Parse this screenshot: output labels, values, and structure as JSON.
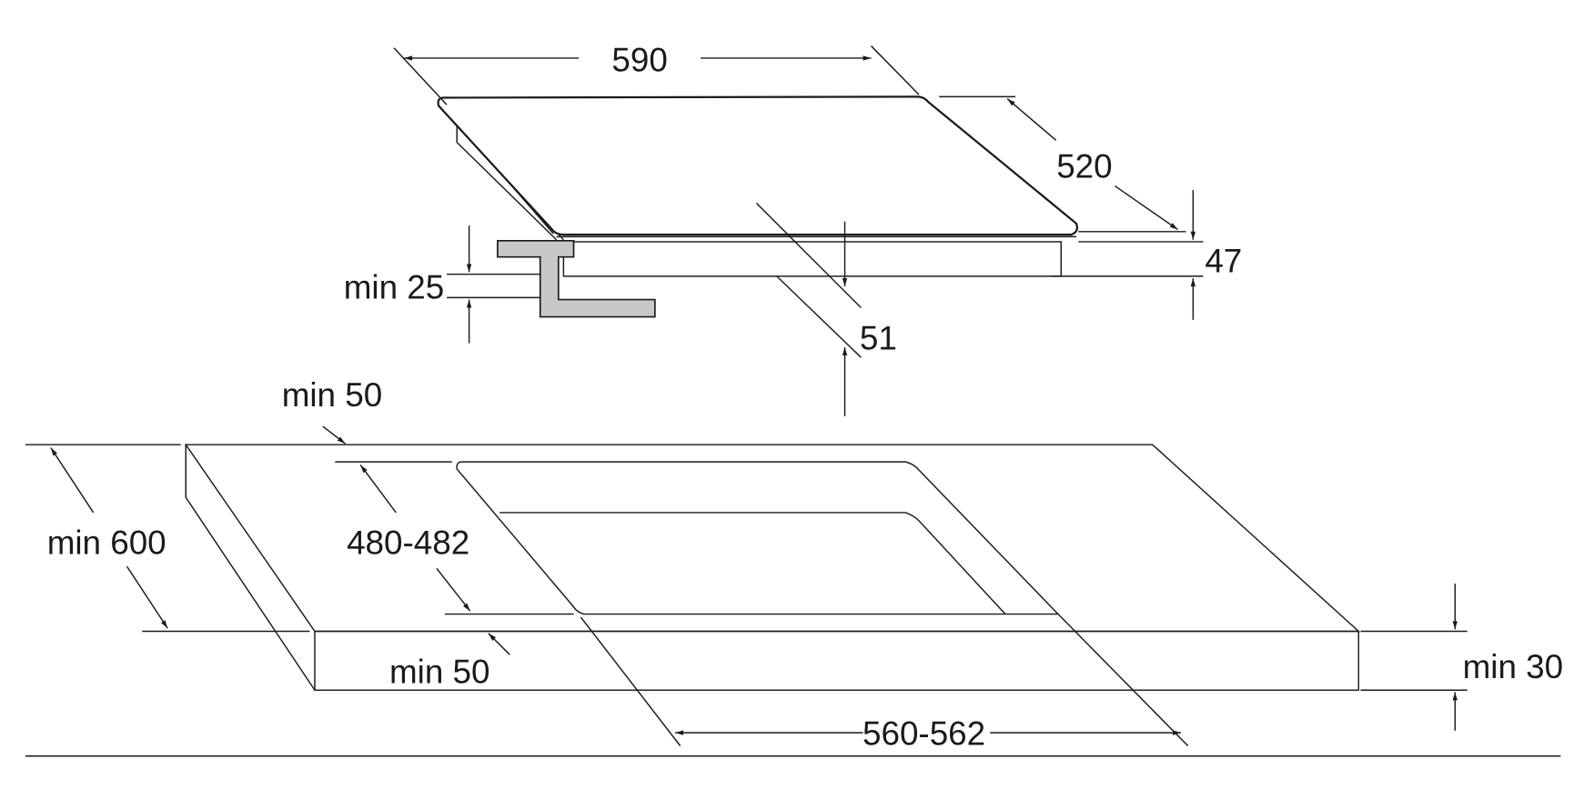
{
  "diagram": {
    "hob": {
      "width_label": "590",
      "depth_label": "520",
      "height_label": "47",
      "offset_label": "51",
      "bracket_label": "min 25"
    },
    "worktop": {
      "rear_clearance_label": "min 50",
      "depth_label": "min 600",
      "cutout_depth_label": "480-482",
      "front_clearance_label": "min 50",
      "cutout_width_label": "560-562",
      "thickness_label": "min 30"
    },
    "colors": {
      "line": "#1a1a1a",
      "bracket": "#c8c8c8"
    }
  }
}
